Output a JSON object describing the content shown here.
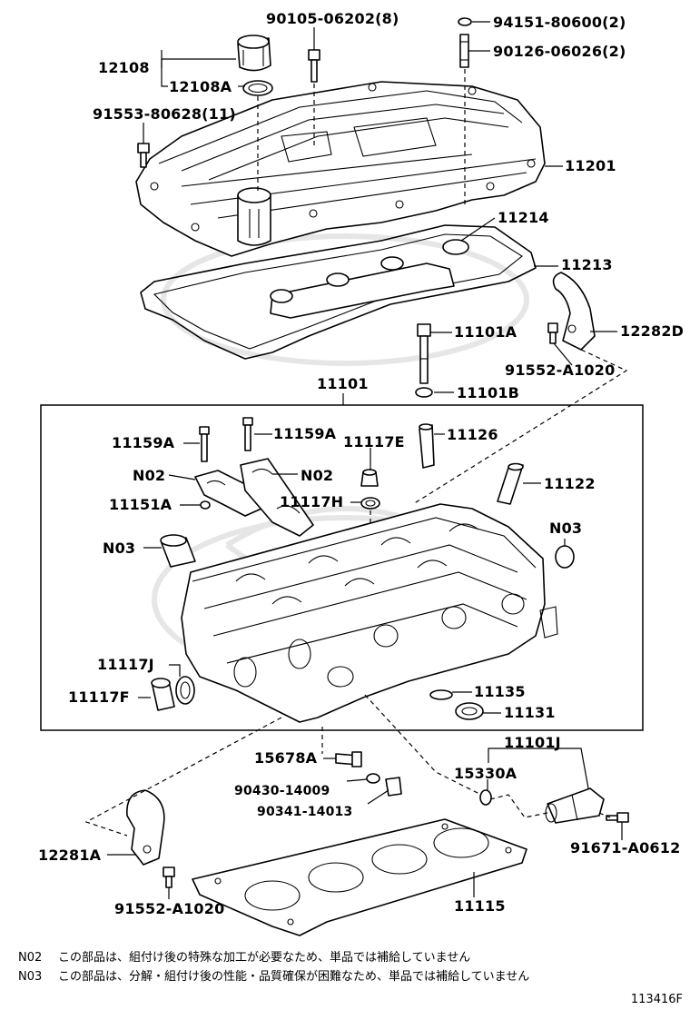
{
  "diagram": {
    "labels": {
      "l90105": "90105-06202(8)",
      "l94151": "94151-80600(2)",
      "l90126": "90126-06026(2)",
      "l12108": "12108",
      "l12108A": "12108A",
      "l91553": "91553-80628(11)",
      "l11201": "11201",
      "l11214": "11214",
      "l11213": "11213",
      "l11101A": "11101A",
      "l12282D": "12282D",
      "l91552top": "91552-A1020",
      "l11101B": "11101B",
      "l11101": "11101",
      "l11159Aleft": "11159A",
      "l11159Aright": "11159A",
      "l11117E": "11117E",
      "l11126": "11126",
      "lN02left": "N02",
      "lN02right": "N02",
      "l11151A": "11151A",
      "l11117H": "11117H",
      "l11122": "11122",
      "lN03right": "N03",
      "lN03left": "N03",
      "l11117J": "11117J",
      "l11117F": "11117F",
      "l11135": "11135",
      "l11131": "11131",
      "l11101J": "11101J",
      "l15678A": "15678A",
      "l15330A": "15330A",
      "l90430": "90430-14009",
      "l90341": "90341-14013",
      "l12281A": "12281A",
      "l91671": "91671-A0612",
      "l11115": "11115",
      "l91552bot": "91552-A1020"
    },
    "notes": [
      {
        "code": "N02",
        "text": "この部品は、組付け後の特殊な加工が必要なため、単品では補給していません"
      },
      {
        "code": "N03",
        "text": "この部品は、分解・組付け後の性能・品質確保が困難なため、単品では補給していません"
      }
    ],
    "ref": "113416F"
  }
}
